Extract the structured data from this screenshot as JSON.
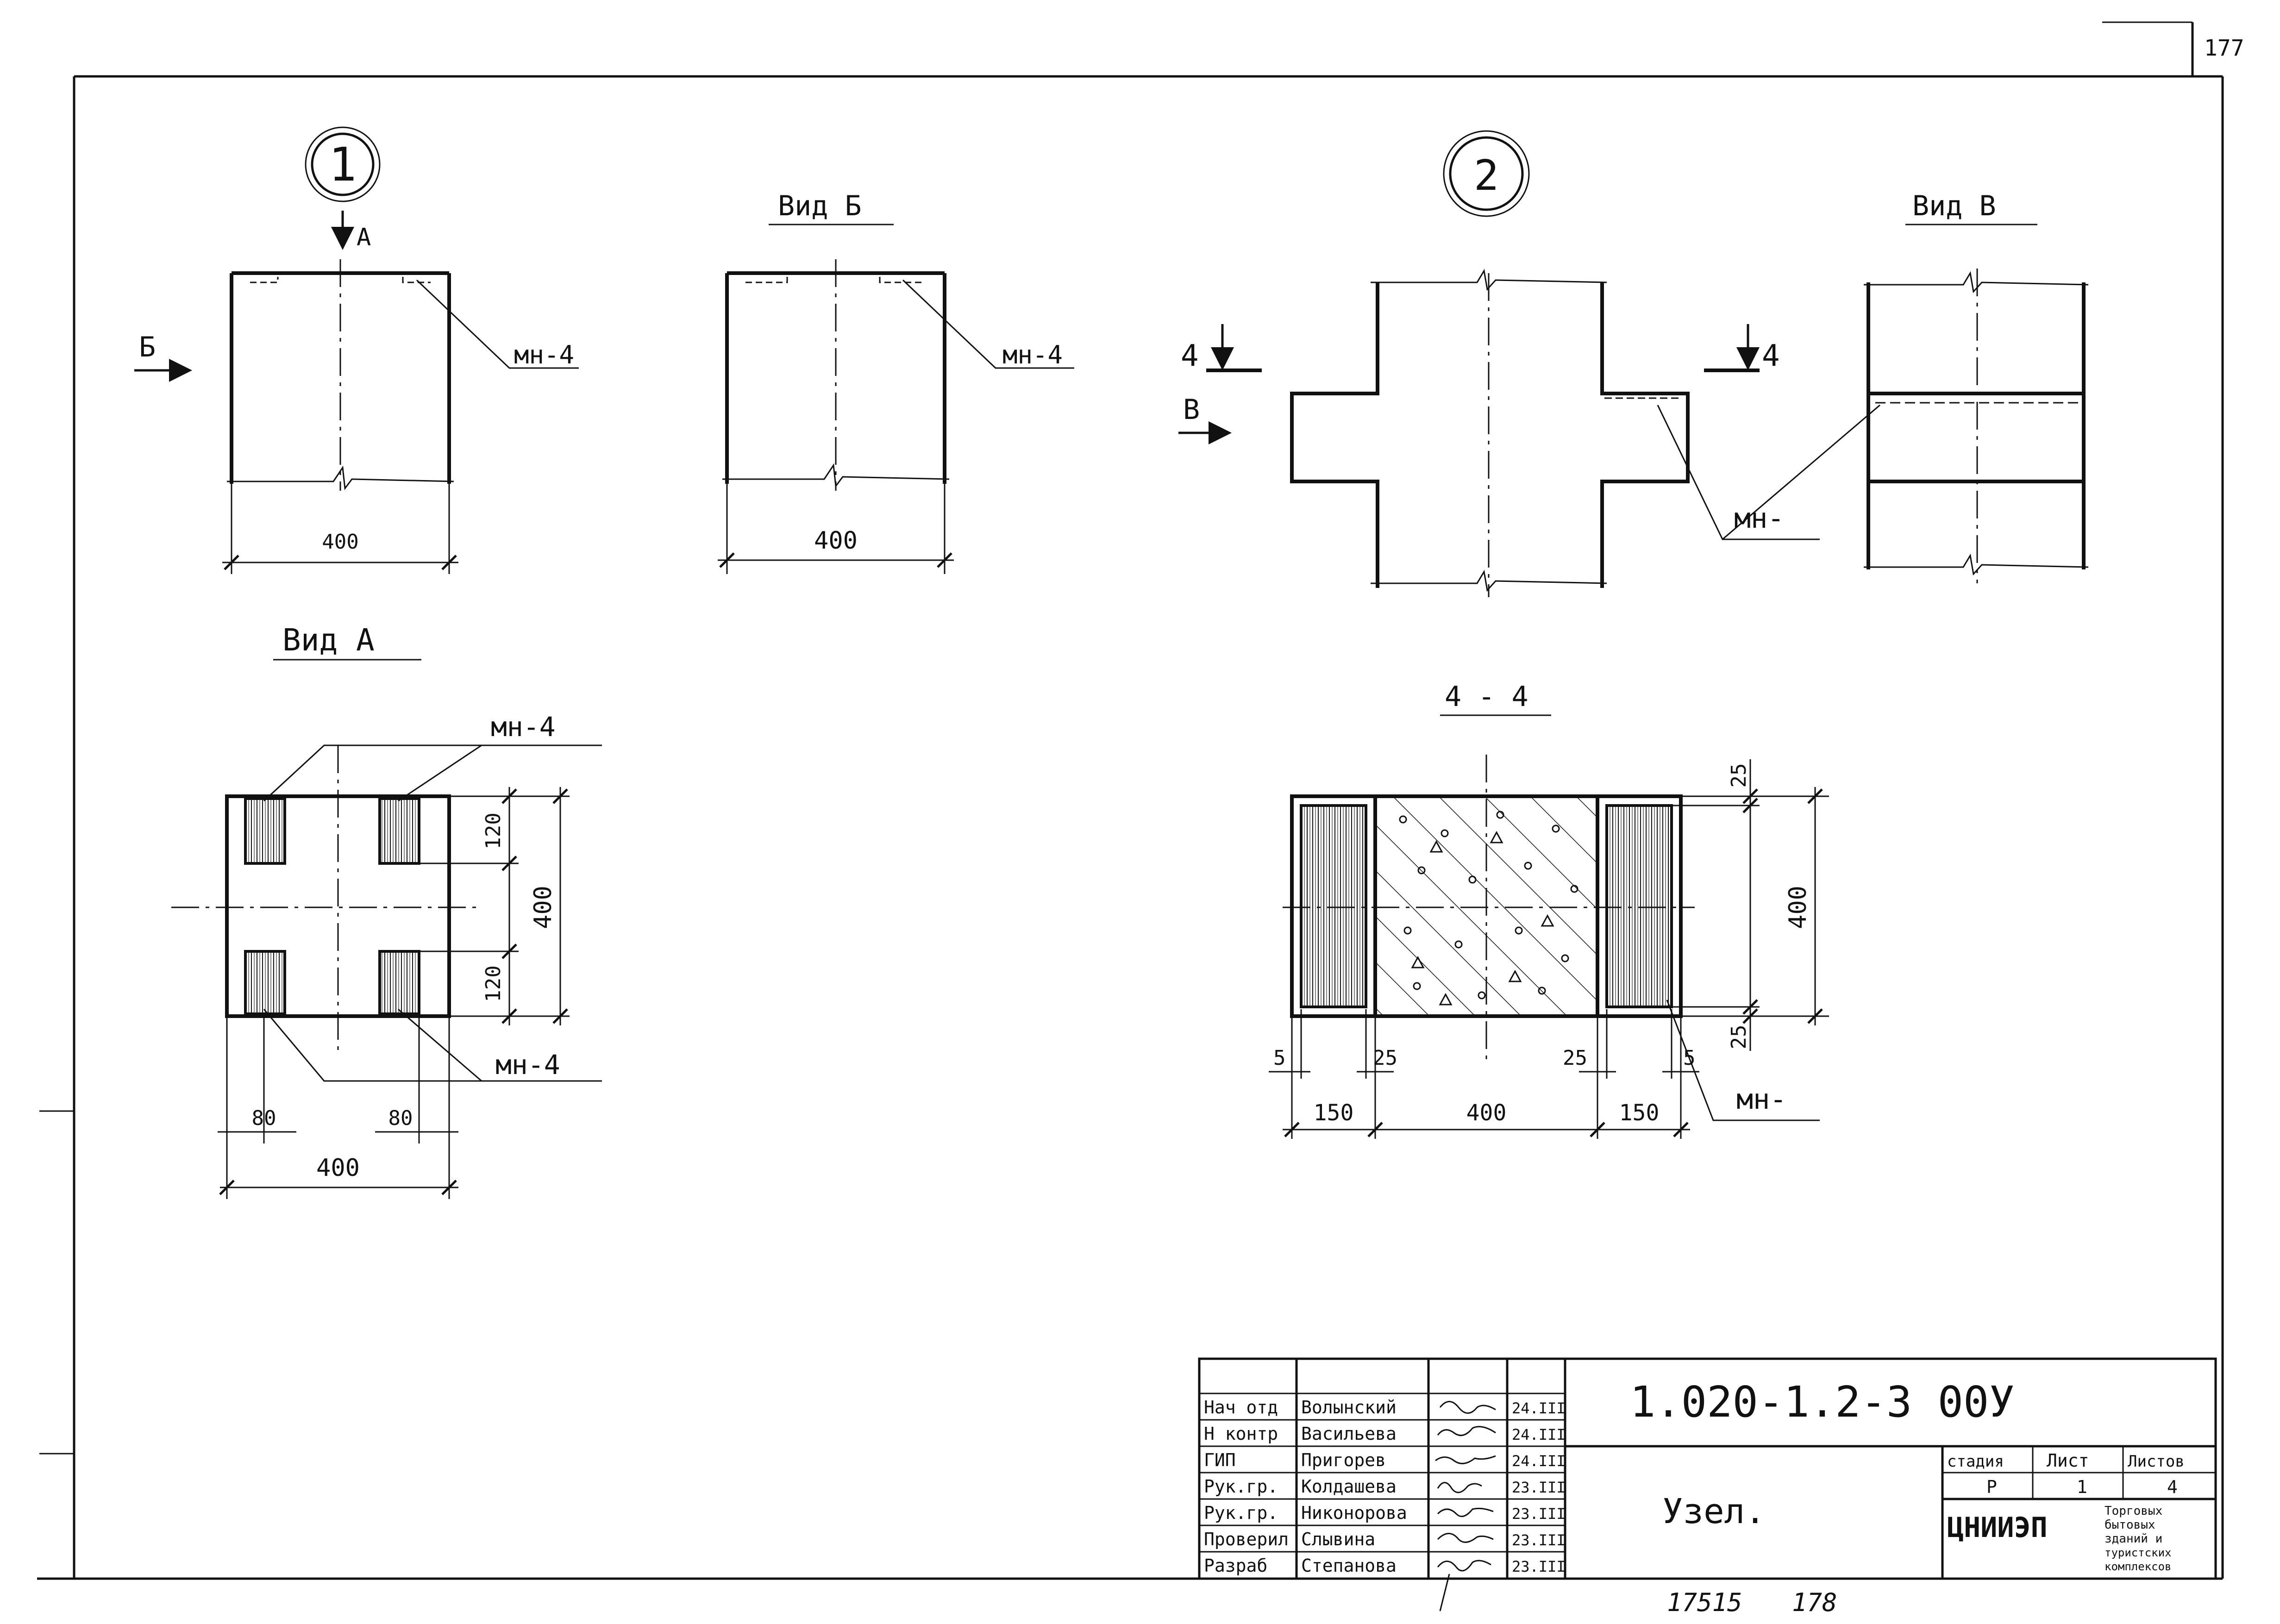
{
  "sheet": {
    "corner_number": "177",
    "bottom_note_1": "17515",
    "bottom_note_2": "178"
  },
  "node1": {
    "number": "1",
    "arrow_a": "А",
    "arrow_b": "Б",
    "callout": "мн-4",
    "width_dim": "400",
    "view_b": {
      "title": "Вид Б",
      "callout": "мн-4",
      "width_dim": "400"
    },
    "view_a": {
      "title": "Вид А",
      "callout_top": "мн-4",
      "callout_bottom": "мн-4",
      "dim_top": "120",
      "dim_bottom": "120",
      "dim_height": "400",
      "dim_left": "80",
      "dim_right": "80",
      "dim_width": "400"
    }
  },
  "node2": {
    "number": "2",
    "section_mark": "4",
    "arrow_v": "В",
    "callout": "мн-",
    "view_v": {
      "title": "Вид В"
    },
    "section": {
      "title": "4 - 4",
      "dim_5_left": "5",
      "dim_25_left": "25",
      "dim_25_right": "25",
      "dim_5_right": "5",
      "dim_150_left": "150",
      "dim_400": "400",
      "dim_150_right": "150",
      "dim_25_top": "25",
      "dim_400_vertical": "400",
      "dim_25_bottom": "25",
      "callout": "мн-"
    }
  },
  "title_block": {
    "code": "1.020-1.2-3  00У",
    "title": "Узел.",
    "stage_header": "стадия",
    "sheet_header": "Лист",
    "sheets_header": "Листов",
    "stage": "Р",
    "sheet": "1",
    "sheets": "4",
    "org": "ЦНИИЭП",
    "org_note_1": "Торговых",
    "org_note_2": "бытовых",
    "org_note_3": "зданий и",
    "org_note_4": "туристских",
    "org_note_5": "комплексов",
    "rows": [
      {
        "role": "Нач отд",
        "name": "Волынский",
        "sign": "",
        "date": "24.III"
      },
      {
        "role": "Н контр",
        "name": "Васильева",
        "sign": "",
        "date": "24.III"
      },
      {
        "role": "ГИП",
        "name": "Пригорев",
        "sign": "",
        "date": "24.III"
      },
      {
        "role": "Рук.гр.",
        "name": "Колдашева",
        "sign": "",
        "date": "23.III"
      },
      {
        "role": "Рук.гр.",
        "name": "Никонорова",
        "sign": "",
        "date": "23.III"
      },
      {
        "role": "Проверил",
        "name": "Слывина",
        "sign": "",
        "date": "23.III"
      },
      {
        "role": "Разраб",
        "name": "Степанова",
        "sign": "",
        "date": "23.III"
      }
    ]
  }
}
